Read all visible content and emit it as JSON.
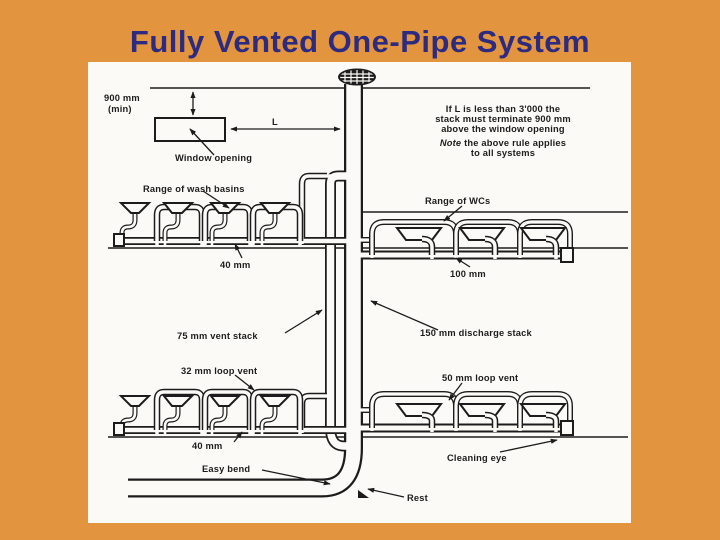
{
  "slide": {
    "title": "Fully Vented One-Pipe System"
  },
  "colors": {
    "background": "#E2943E",
    "title": "#2C2B80",
    "panel": "#FBFAF6",
    "ink": "#1C1C1C"
  },
  "diagram": {
    "dim_900_line1": "900 mm",
    "dim_900_line2": "(min)",
    "window_opening": "Window opening",
    "dim_L": "L",
    "note_line1": "If L is less than 3'000 the",
    "note_line2": "stack must terminate 900 mm",
    "note_line3": "above the window opening",
    "note_line4_italic": "Note",
    "note_line4_rest": " the above rule applies",
    "note_line5": "to all systems",
    "range_wash_basins": "Range of wash basins",
    "range_wcs": "Range of WCs",
    "branch_40_upper": "40 mm",
    "branch_100": "100 mm",
    "vent_stack_75": "75 mm vent stack",
    "discharge_stack_150": "150 mm discharge stack",
    "loop_vent_32": "32 mm loop vent",
    "loop_vent_50": "50 mm loop vent",
    "branch_40_lower": "40 mm",
    "cleaning_eye": "Cleaning eye",
    "easy_bend": "Easy bend",
    "rest": "Rest"
  }
}
